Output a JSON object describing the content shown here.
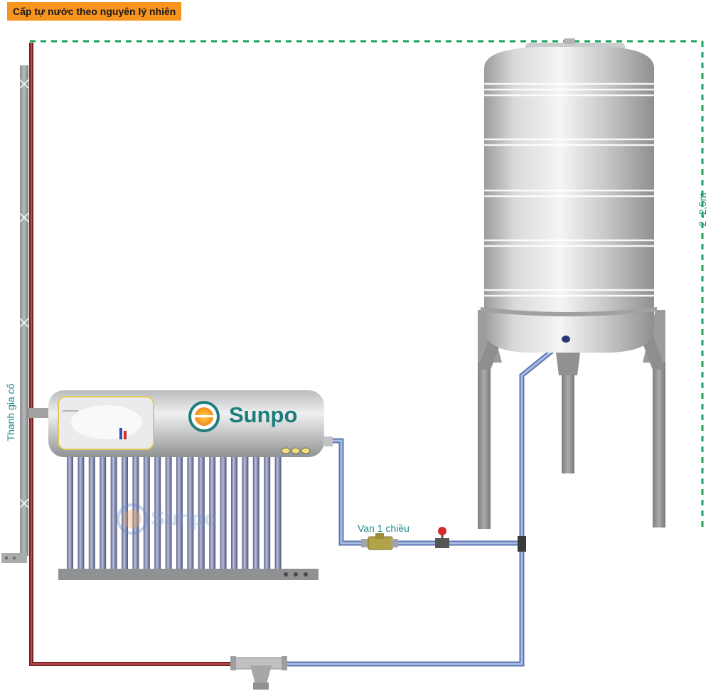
{
  "title": "Cấp tự nước theo nguyên lý nhiên",
  "labels": {
    "mounting_pole": "Thanh gia cố",
    "height": "2 -2,5m",
    "check_valve": "Van 1 chiều"
  },
  "brand": {
    "name": "Sunpo",
    "watermark": "Sunpo"
  },
  "colors": {
    "banner": "#f7941d",
    "label_text": "#1f8a86",
    "hot_pipe": "#7a1f1f",
    "cold_pipe": "#8aa4d8",
    "dashed_line": "#1aa35a",
    "brand_teal": "#1e7d7b",
    "brand_orange": "#f6a21b"
  },
  "icons": [
    "sun-logo-icon",
    "thermometer-icon",
    "valve-handle-icon"
  ]
}
